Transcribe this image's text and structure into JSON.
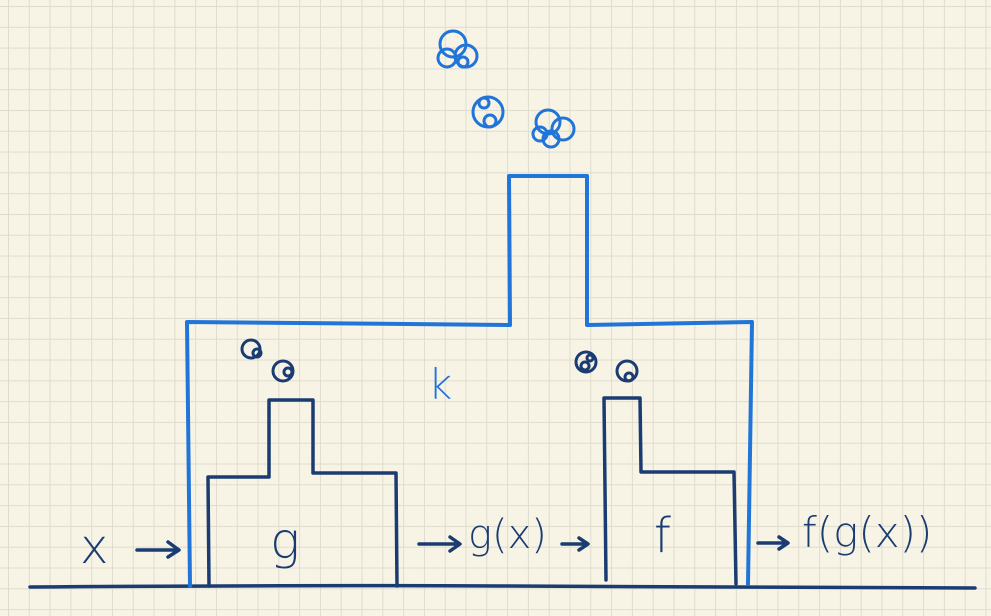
{
  "diagram": {
    "outer_factory_label": "k",
    "input_label": "x",
    "factory_g_label": "g",
    "intermediate_label": "g(x)",
    "factory_f_label": "f",
    "output_label": "f(g(x))",
    "colors": {
      "outer_factory": "#2174d8",
      "inner_factories": "#1b3c72",
      "smoke": "#2174d8",
      "background": "#f7f4e6",
      "grid": "#dfdcce"
    }
  }
}
